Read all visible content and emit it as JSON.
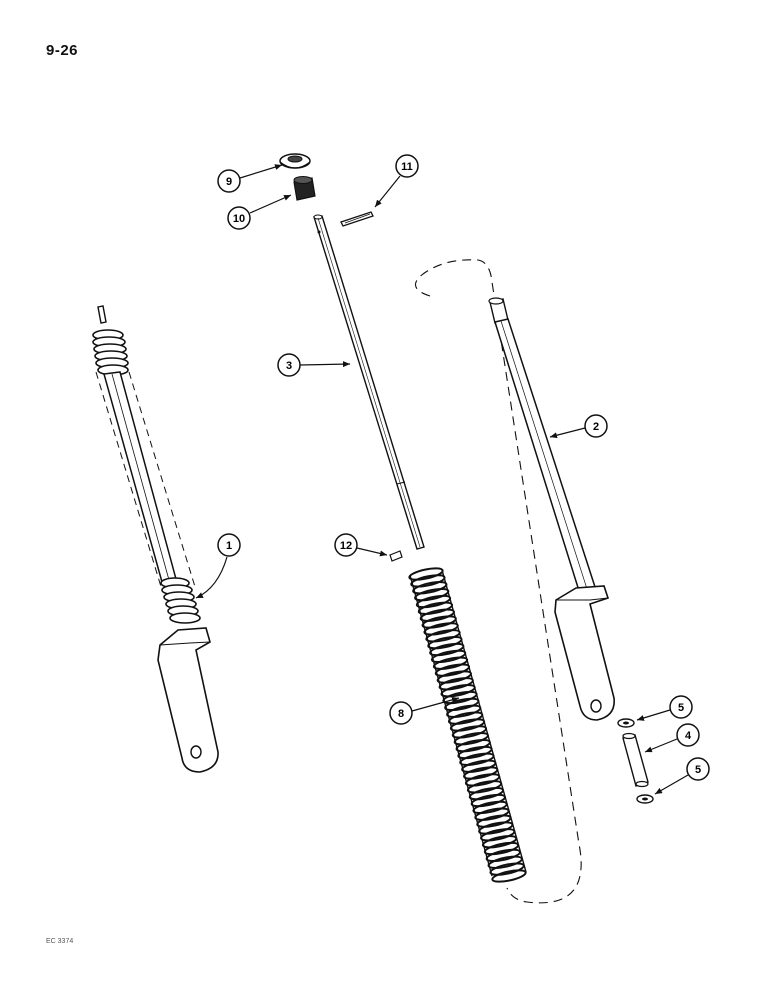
{
  "page_number": "9-26",
  "figure_code": "EC 3374",
  "callouts": {
    "c1": "1",
    "c2": "2",
    "c3": "3",
    "c4": "4",
    "c5a": "5",
    "c5b": "5",
    "c8": "8",
    "c9": "9",
    "c10": "10",
    "c11": "11",
    "c12": "12"
  }
}
